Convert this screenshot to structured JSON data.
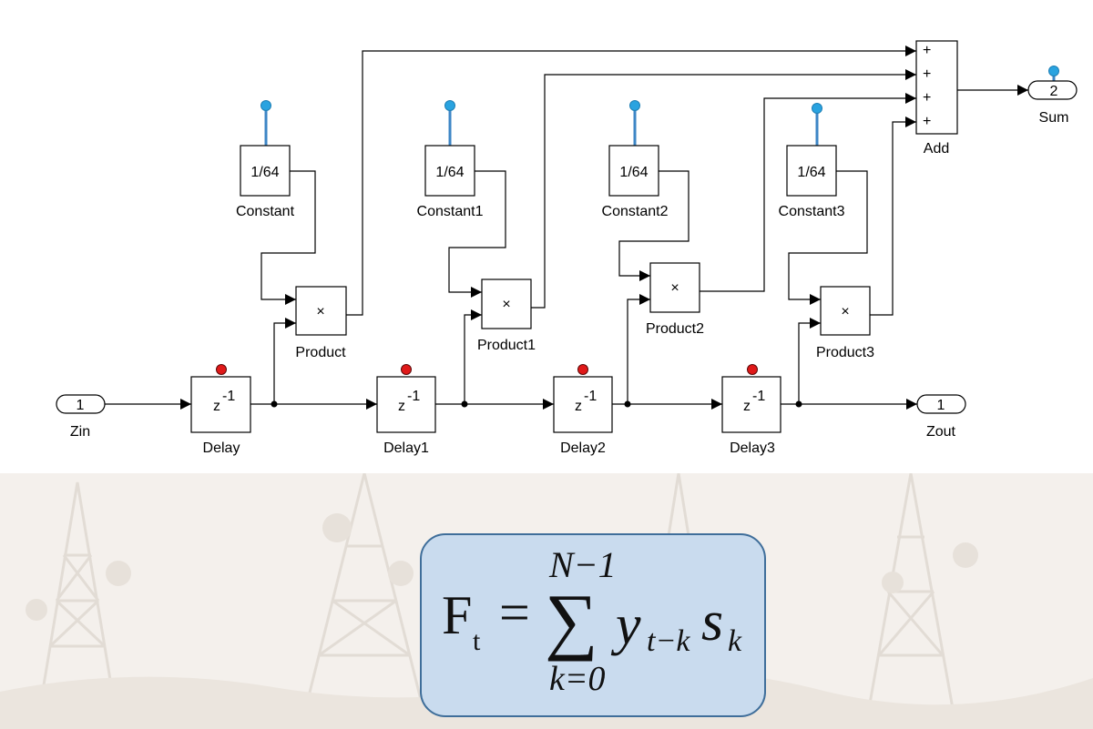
{
  "diagram": {
    "inports": [
      {
        "number": "1",
        "label": "Zin"
      }
    ],
    "outports": [
      {
        "number": "1",
        "label": "Zout"
      },
      {
        "number": "2",
        "label": "Sum"
      }
    ],
    "delays": [
      {
        "label": "Delay",
        "symbol": "z",
        "exponent": "-1"
      },
      {
        "label": "Delay1",
        "symbol": "z",
        "exponent": "-1"
      },
      {
        "label": "Delay2",
        "symbol": "z",
        "exponent": "-1"
      },
      {
        "label": "Delay3",
        "symbol": "z",
        "exponent": "-1"
      }
    ],
    "constants": [
      {
        "label": "Constant",
        "value": "1/64"
      },
      {
        "label": "Constant1",
        "value": "1/64"
      },
      {
        "label": "Constant2",
        "value": "1/64"
      },
      {
        "label": "Constant3",
        "value": "1/64"
      }
    ],
    "products": [
      {
        "label": "Product",
        "symbol": "×"
      },
      {
        "label": "Product1",
        "symbol": "×"
      },
      {
        "label": "Product2",
        "symbol": "×"
      },
      {
        "label": "Product3",
        "symbol": "×"
      }
    ],
    "add": {
      "label": "Add",
      "signs": [
        "+",
        "+",
        "+",
        "+"
      ]
    },
    "colors": {
      "line": "#000000",
      "param_dot": "#29a3e0",
      "param_stem": "#3d86c6",
      "state_dot": "#e01919"
    }
  },
  "formula": {
    "lhs": "F",
    "lhs_sub": "t",
    "equals": "=",
    "sum_upper": "N−1",
    "sum_symbol": "∑",
    "sum_lower": "k=0",
    "term1": "y",
    "term1_sub": "t−k",
    "term2": "s",
    "term2_sub": "k"
  },
  "colors": {
    "panel_bg": "#f4f0ec",
    "box_fill": "#c9dbee",
    "box_border": "#3f6e9a"
  }
}
